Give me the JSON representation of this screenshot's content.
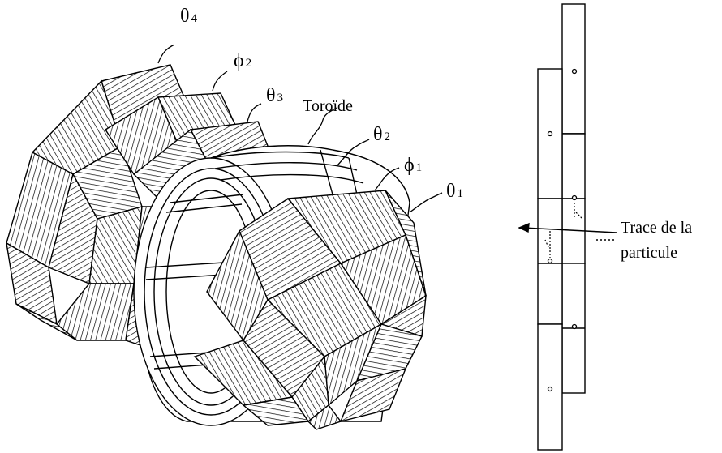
{
  "labels": {
    "theta4": {
      "symbol": "θ",
      "index": "4"
    },
    "phi2": {
      "symbol": "ϕ",
      "index": "2"
    },
    "theta3": {
      "symbol": "θ",
      "index": "3"
    },
    "toroide": "Toroïde",
    "theta2": {
      "symbol": "θ",
      "index": "2"
    },
    "phi1": {
      "symbol": "ϕ",
      "index": "1"
    },
    "theta1": {
      "symbol": "θ",
      "index": "1"
    },
    "trace_line1": "Trace de la",
    "trace_line2": "particule"
  },
  "colors": {
    "ink": "#000000",
    "paper": "#ffffff"
  }
}
